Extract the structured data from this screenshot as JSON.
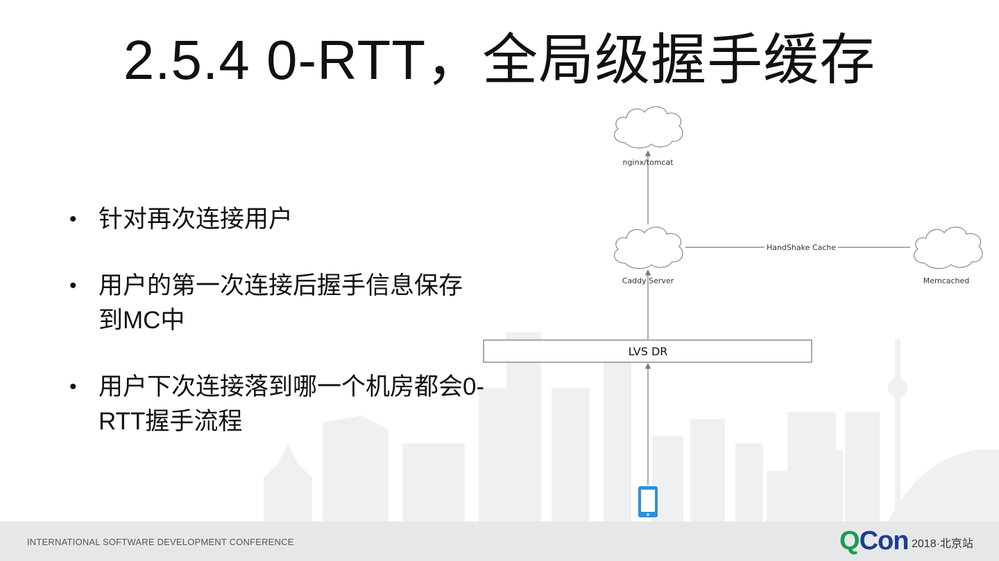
{
  "slide": {
    "title": "2.5.4 0-RTT，全局级握手缓存",
    "bullets": [
      "针对再次连接用户",
      "用户的第一次连接后握手信息保存到MC中",
      "用户下次连接落到哪一个机房都会0-RTT握手流程"
    ]
  },
  "diagram": {
    "top_node_label": "nginx/tomcat",
    "server_label": "Caddy Server",
    "cache_node_label": "Memcached",
    "edge_label": "HandShake Cache",
    "lb_label": "LVS DR",
    "client_icon": "mobile-phone-icon"
  },
  "footer": {
    "conference": "INTERNATIONAL SOFTWARE DEVELOPMENT CONFERENCE",
    "logo_q": "Q",
    "logo_con": "Con",
    "logo_sub": "2018·北京站"
  },
  "colors": {
    "footer_bg": "#e6e7e8",
    "logo_green": "#1a9b54",
    "logo_blue": "#1d3e8f",
    "phone": "#2f8fd8"
  }
}
